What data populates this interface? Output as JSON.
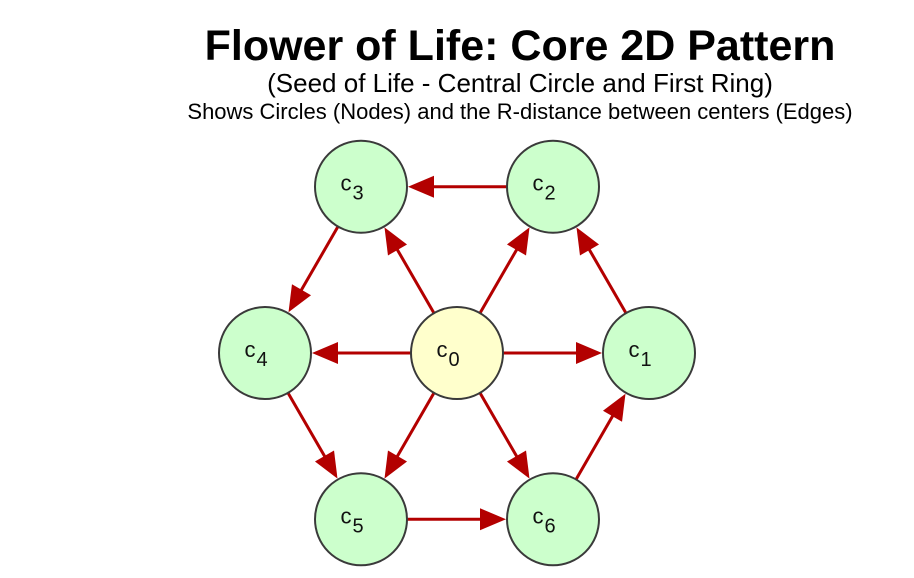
{
  "diagram": {
    "title": "Flower of Life: Core 2D Pattern",
    "subtitle": "(Seed of Life - Central Circle and First Ring)",
    "caption": "Shows Circles (Nodes) and the R-distance between centers (Edges)",
    "colors": {
      "center_fill": "#ffffcc",
      "ring_fill": "#ccffcc",
      "node_stroke": "#3a3a3a",
      "edge": "#b30000"
    },
    "nodes": [
      {
        "id": "c0",
        "base": "c",
        "sub": "0",
        "kind": "center"
      },
      {
        "id": "c1",
        "base": "c",
        "sub": "1",
        "kind": "ring"
      },
      {
        "id": "c2",
        "base": "c",
        "sub": "2",
        "kind": "ring"
      },
      {
        "id": "c3",
        "base": "c",
        "sub": "3",
        "kind": "ring"
      },
      {
        "id": "c4",
        "base": "c",
        "sub": "4",
        "kind": "ring"
      },
      {
        "id": "c5",
        "base": "c",
        "sub": "5",
        "kind": "ring"
      },
      {
        "id": "c6",
        "base": "c",
        "sub": "6",
        "kind": "ring"
      }
    ],
    "edges": [
      {
        "from": "c0",
        "to": "c1"
      },
      {
        "from": "c0",
        "to": "c2"
      },
      {
        "from": "c0",
        "to": "c3"
      },
      {
        "from": "c0",
        "to": "c4"
      },
      {
        "from": "c0",
        "to": "c5"
      },
      {
        "from": "c0",
        "to": "c6"
      },
      {
        "from": "c1",
        "to": "c2"
      },
      {
        "from": "c2",
        "to": "c3"
      },
      {
        "from": "c3",
        "to": "c4"
      },
      {
        "from": "c4",
        "to": "c5"
      },
      {
        "from": "c5",
        "to": "c6"
      },
      {
        "from": "c6",
        "to": "c1"
      }
    ]
  }
}
